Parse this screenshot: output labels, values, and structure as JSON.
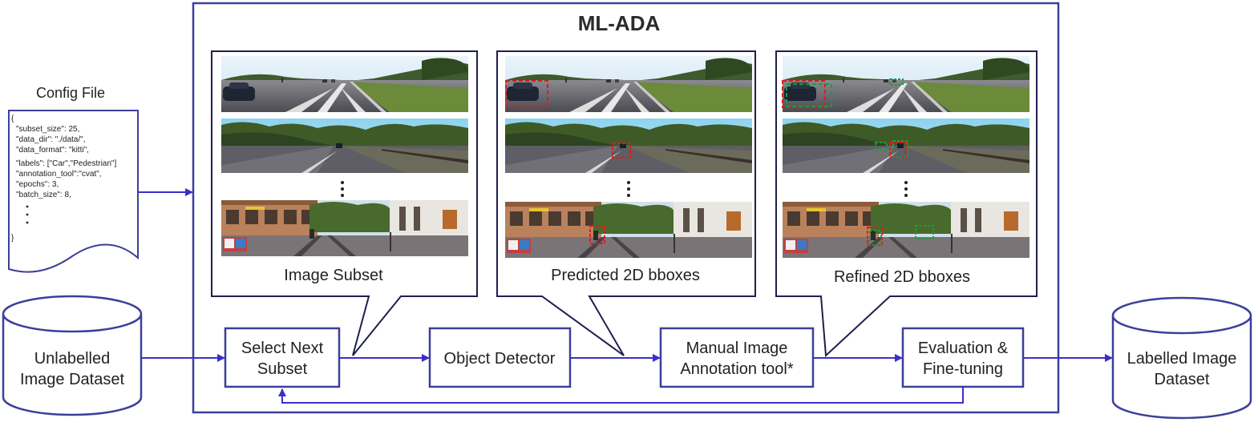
{
  "title": "ML-ADA",
  "config": {
    "heading": "Config File",
    "lines": [
      "{",
      "\"subset_size\": 25,",
      "\"data_dir\": \"./data/\",",
      "\"data_format\": \"kitti\",",
      "\"labels\": [\"Car\",\"Pedestrian\"]",
      "\"annotation_tool\":\"cvat\",",
      "\"epochs\": 3,",
      "\"batch_size\": 8,",
      "}"
    ]
  },
  "datasets": {
    "input": [
      "Unlabelled",
      "Image Dataset"
    ],
    "output": [
      "Labelled Image",
      "Dataset"
    ]
  },
  "steps": {
    "select": [
      "Select Next",
      "Subset"
    ],
    "detector": [
      "Object Detector"
    ],
    "annotation": [
      "Manual Image",
      "Annotation tool*"
    ],
    "evaluation": [
      "Evaluation &",
      "Fine-tuning"
    ]
  },
  "panels": {
    "subset": "Image Subset",
    "predicted": "Predicted 2D bboxes",
    "refined": "Refined 2D bboxes"
  },
  "colors": {
    "frame": "#3d3f99",
    "arrow": "#3b2fc9",
    "pred_box": "#e01b1b",
    "refined_box": "#1f9a3c"
  }
}
